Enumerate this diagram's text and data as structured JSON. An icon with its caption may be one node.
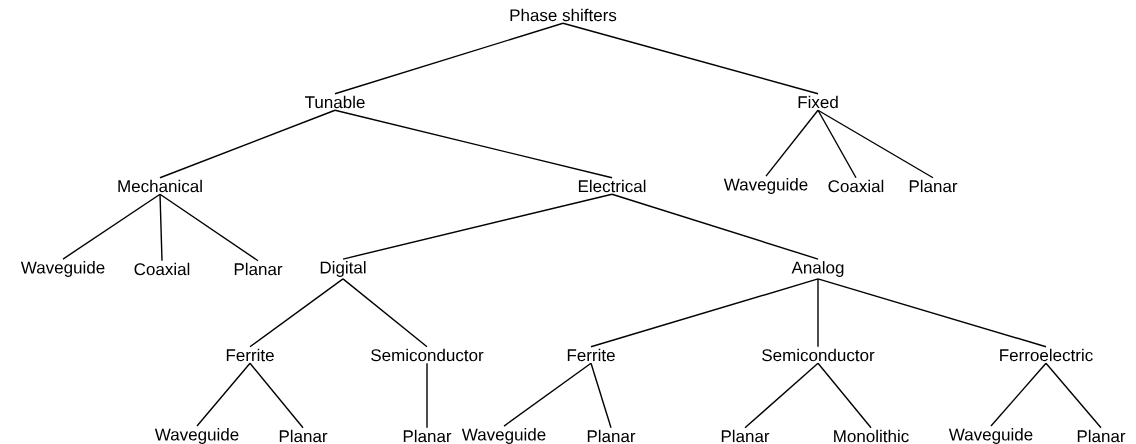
{
  "diagram": {
    "nodes": [
      {
        "text": [
          "Phase shifters"
        ]
      },
      {
        "text": [
          "Tunable"
        ]
      },
      {
        "text": [
          "Fixed"
        ]
      },
      {
        "text": [
          "Mechanical"
        ]
      },
      {
        "text": [
          "Electrical"
        ]
      },
      {
        "text": [
          "Waveguide"
        ]
      },
      {
        "text": [
          "Coaxial"
        ]
      },
      {
        "text": [
          "Planar"
        ]
      },
      {
        "text": [
          "Waveguide"
        ]
      },
      {
        "text": [
          "Coaxial"
        ]
      },
      {
        "text": [
          "Planar"
        ]
      },
      {
        "text": [
          "Digital"
        ]
      },
      {
        "text": [
          "Analog"
        ]
      },
      {
        "text": [
          "Ferrite"
        ]
      },
      {
        "text": [
          "Semiconductor"
        ]
      },
      {
        "text": [
          "Ferrite"
        ]
      },
      {
        "text": [
          "Semiconductor"
        ]
      },
      {
        "text": [
          "Ferroelectric"
        ]
      },
      {
        "text": [
          "Waveguide"
        ]
      },
      {
        "text": [
          "Planar"
        ]
      },
      {
        "text": [
          "Planar"
        ]
      },
      {
        "text": [
          "Waveguide"
        ]
      },
      {
        "text": [
          "Planar"
        ]
      },
      {
        "text": [
          "Planar"
        ]
      },
      {
        "text": [
          "Monolithic"
        ]
      },
      {
        "text": [
          "Waveguide"
        ]
      },
      {
        "text": [
          "Planar"
        ]
      }
    ],
    "edges": [
      {
        "from": 0,
        "to": 1,
        "arrow": "none"
      },
      {
        "from": 0,
        "to": 2,
        "arrow": "none"
      },
      {
        "from": 1,
        "to": 3,
        "arrow": "none"
      },
      {
        "from": 1,
        "to": 4,
        "arrow": "none"
      },
      {
        "from": 2,
        "to": 5,
        "arrow": "none"
      },
      {
        "from": 2,
        "to": 6,
        "arrow": "none"
      },
      {
        "from": 2,
        "to": 7,
        "arrow": "none"
      },
      {
        "from": 3,
        "to": 8,
        "arrow": "none"
      },
      {
        "from": 3,
        "to": 9,
        "arrow": "none"
      },
      {
        "from": 3,
        "to": 10,
        "arrow": "none"
      },
      {
        "from": 4,
        "to": 11,
        "arrow": "none"
      },
      {
        "from": 4,
        "to": 12,
        "arrow": "none"
      },
      {
        "from": 11,
        "to": 13,
        "arrow": "none"
      },
      {
        "from": 11,
        "to": 14,
        "arrow": "none"
      },
      {
        "from": 12,
        "to": 15,
        "arrow": "none"
      },
      {
        "from": 12,
        "to": 16,
        "arrow": "none"
      },
      {
        "from": 12,
        "to": 17,
        "arrow": "none"
      },
      {
        "from": 13,
        "to": 18,
        "arrow": "none"
      },
      {
        "from": 13,
        "to": 19,
        "arrow": "none"
      },
      {
        "from": 14,
        "to": 20,
        "arrow": "none"
      },
      {
        "from": 15,
        "to": 21,
        "arrow": "none"
      },
      {
        "from": 15,
        "to": 22,
        "arrow": "none"
      },
      {
        "from": 16,
        "to": 23,
        "arrow": "none"
      },
      {
        "from": 16,
        "to": 24,
        "arrow": "none"
      },
      {
        "from": 17,
        "to": 25,
        "arrow": "none"
      },
      {
        "from": 17,
        "to": 26,
        "arrow": "none"
      }
    ]
  }
}
